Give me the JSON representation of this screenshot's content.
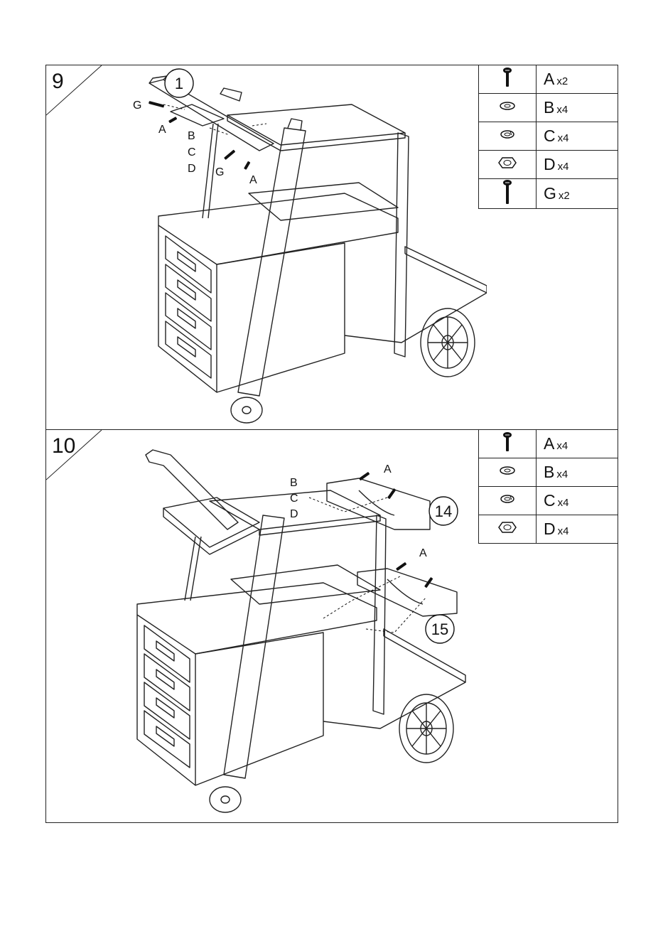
{
  "steps": [
    {
      "number": "9",
      "part_callout": "1",
      "labels": [
        "G",
        "A",
        "B",
        "C",
        "D",
        "G",
        "A"
      ],
      "parts": [
        {
          "icon": "screw-icon",
          "letter": "A",
          "qty": "x2"
        },
        {
          "icon": "flat-washer-icon",
          "letter": "B",
          "qty": "x4"
        },
        {
          "icon": "spring-washer-icon",
          "letter": "C",
          "qty": "x4"
        },
        {
          "icon": "hex-nut-icon",
          "letter": "D",
          "qty": "x4"
        },
        {
          "icon": "long-bolt-icon",
          "letter": "G",
          "qty": "x2"
        }
      ]
    },
    {
      "number": "10",
      "part_callouts": [
        "14",
        "15"
      ],
      "labels": [
        "B",
        "C",
        "D",
        "A",
        "A"
      ],
      "parts": [
        {
          "icon": "screw-icon",
          "letter": "A",
          "qty": "x4"
        },
        {
          "icon": "flat-washer-icon",
          "letter": "B",
          "qty": "x4"
        },
        {
          "icon": "spring-washer-icon",
          "letter": "C",
          "qty": "x4"
        },
        {
          "icon": "hex-nut-icon",
          "letter": "D",
          "qty": "x4"
        }
      ]
    }
  ]
}
